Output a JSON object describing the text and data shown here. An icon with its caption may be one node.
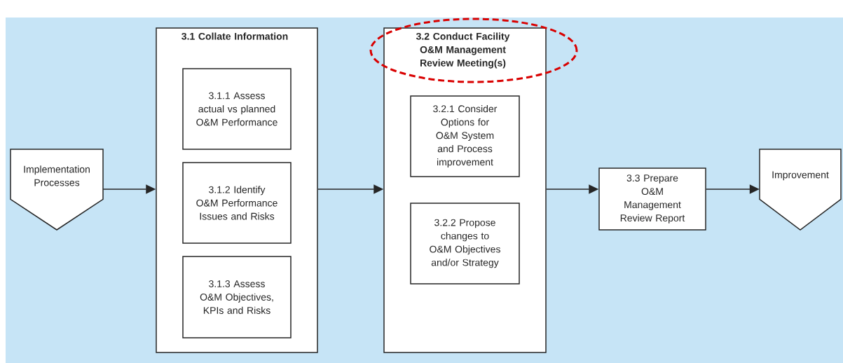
{
  "diagram": {
    "nodes": [
      {
        "text": [
          "Implementation Processes"
        ]
      },
      {
        "text": [
          "3.1 Collate Information"
        ]
      },
      {
        "text": [
          "3.1.1 Assess actual vs planned O&M Performance"
        ],
        "in": 1
      },
      {
        "text": [
          "3.1.2 Identify O&M Performance Issues and Risks"
        ],
        "in": 1
      },
      {
        "text": [
          "3.1.3 Assess O&M Objectives, KPIs and Risks"
        ],
        "in": 1
      },
      {
        "text": [
          "3.2 Conduct Facility O&M Management Review Meeting(s)"
        ]
      },
      {
        "text": [
          "3.2.1 Consider Options for O&M System and Process improvement"
        ],
        "in": 5
      },
      {
        "text": [
          "3.2.2 Propose changes to O&M Objectives and/or Strategy"
        ],
        "in": 5
      },
      {
        "text": [
          "3.3 Prepare O&M Management Review Report"
        ]
      },
      {
        "text": [
          "Improvement"
        ]
      }
    ],
    "edges": [
      {
        "from": 0,
        "to": 1,
        "arrow": "to"
      },
      {
        "from": 1,
        "to": 5,
        "arrow": "to"
      },
      {
        "from": 5,
        "to": 8,
        "arrow": "to"
      },
      {
        "from": 8,
        "to": 9,
        "arrow": "to"
      }
    ]
  }
}
